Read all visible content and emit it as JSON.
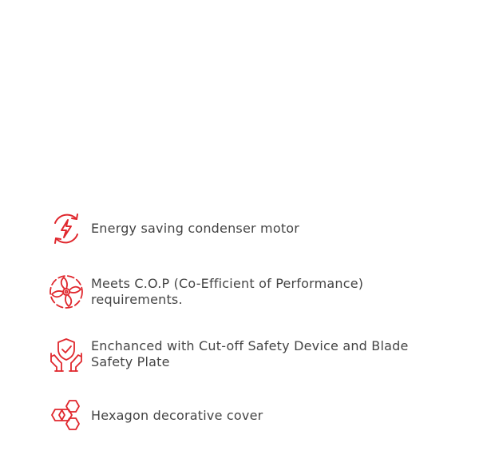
{
  "colors": {
    "accent": "#e0282e",
    "text": "#444444",
    "background": "#ffffff"
  },
  "features": [
    {
      "icon": "energy-saving-icon",
      "label": "Energy saving condenser motor"
    },
    {
      "icon": "fan-blade-icon",
      "label": "Meets C.O.P (Co-Efficient of Performance) requirements."
    },
    {
      "icon": "safety-shield-hands-icon",
      "label": "Enchanced with Cut-off Safety Device and Blade Safety Plate"
    },
    {
      "icon": "hexagon-cover-icon",
      "label": "Hexagon decorative cover"
    }
  ]
}
